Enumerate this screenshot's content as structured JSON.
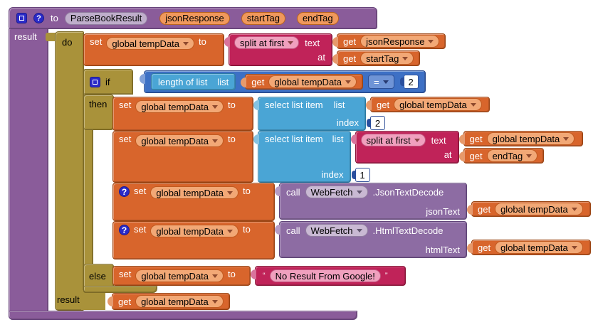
{
  "colors": {
    "procedure_purple": "#8a5c9a",
    "control_olive": "#a9923a",
    "variables_orange": "#d8652c",
    "lists_blue": "#4aa5d5",
    "math_blue": "#3d70c5",
    "text_magenta": "#c02359",
    "component_purple": "#8d6ca3"
  },
  "procedure": {
    "to_label": "to",
    "name": "ParseBookResult",
    "params": [
      "jsonResponse",
      "startTag",
      "endTag"
    ],
    "result_label": "result"
  },
  "labels": {
    "do": "do",
    "if": "if",
    "then": "then",
    "else": "else",
    "result": "result",
    "set": "set",
    "to": "to",
    "get": "get",
    "call": "call",
    "text": "text",
    "at": "at",
    "list": "list",
    "index": "index",
    "open_quote": "“",
    "close_quote": "”",
    "help": "?",
    "equals": "="
  },
  "blocks": {
    "split_json": {
      "var": "global tempData",
      "split_label": "split at first",
      "text_arg": "jsonResponse",
      "at_arg": "startTag"
    },
    "condition": {
      "length_label": "length of list",
      "var": "global tempData",
      "operator": "=",
      "value": "2"
    },
    "select_item_2": {
      "var": "global tempData",
      "select_label": "select list item",
      "list_var": "global tempData",
      "index": "2"
    },
    "select_split_end": {
      "var": "global tempData",
      "select_label": "select list item",
      "split_label": "split at first",
      "text_arg": "global tempData",
      "at_arg": "endTag",
      "index": "1"
    },
    "json_decode": {
      "var": "global tempData",
      "component": "WebFetch",
      "method": ".JsonTextDecode",
      "param": "jsonText",
      "arg": "global tempData"
    },
    "html_decode": {
      "var": "global tempData",
      "component": "WebFetch",
      "method": ".HtmlTextDecode",
      "param": "htmlText",
      "arg": "global tempData"
    },
    "else_set": {
      "var": "global tempData",
      "value": "No Result From Google!"
    },
    "return": {
      "var": "global tempData"
    }
  }
}
